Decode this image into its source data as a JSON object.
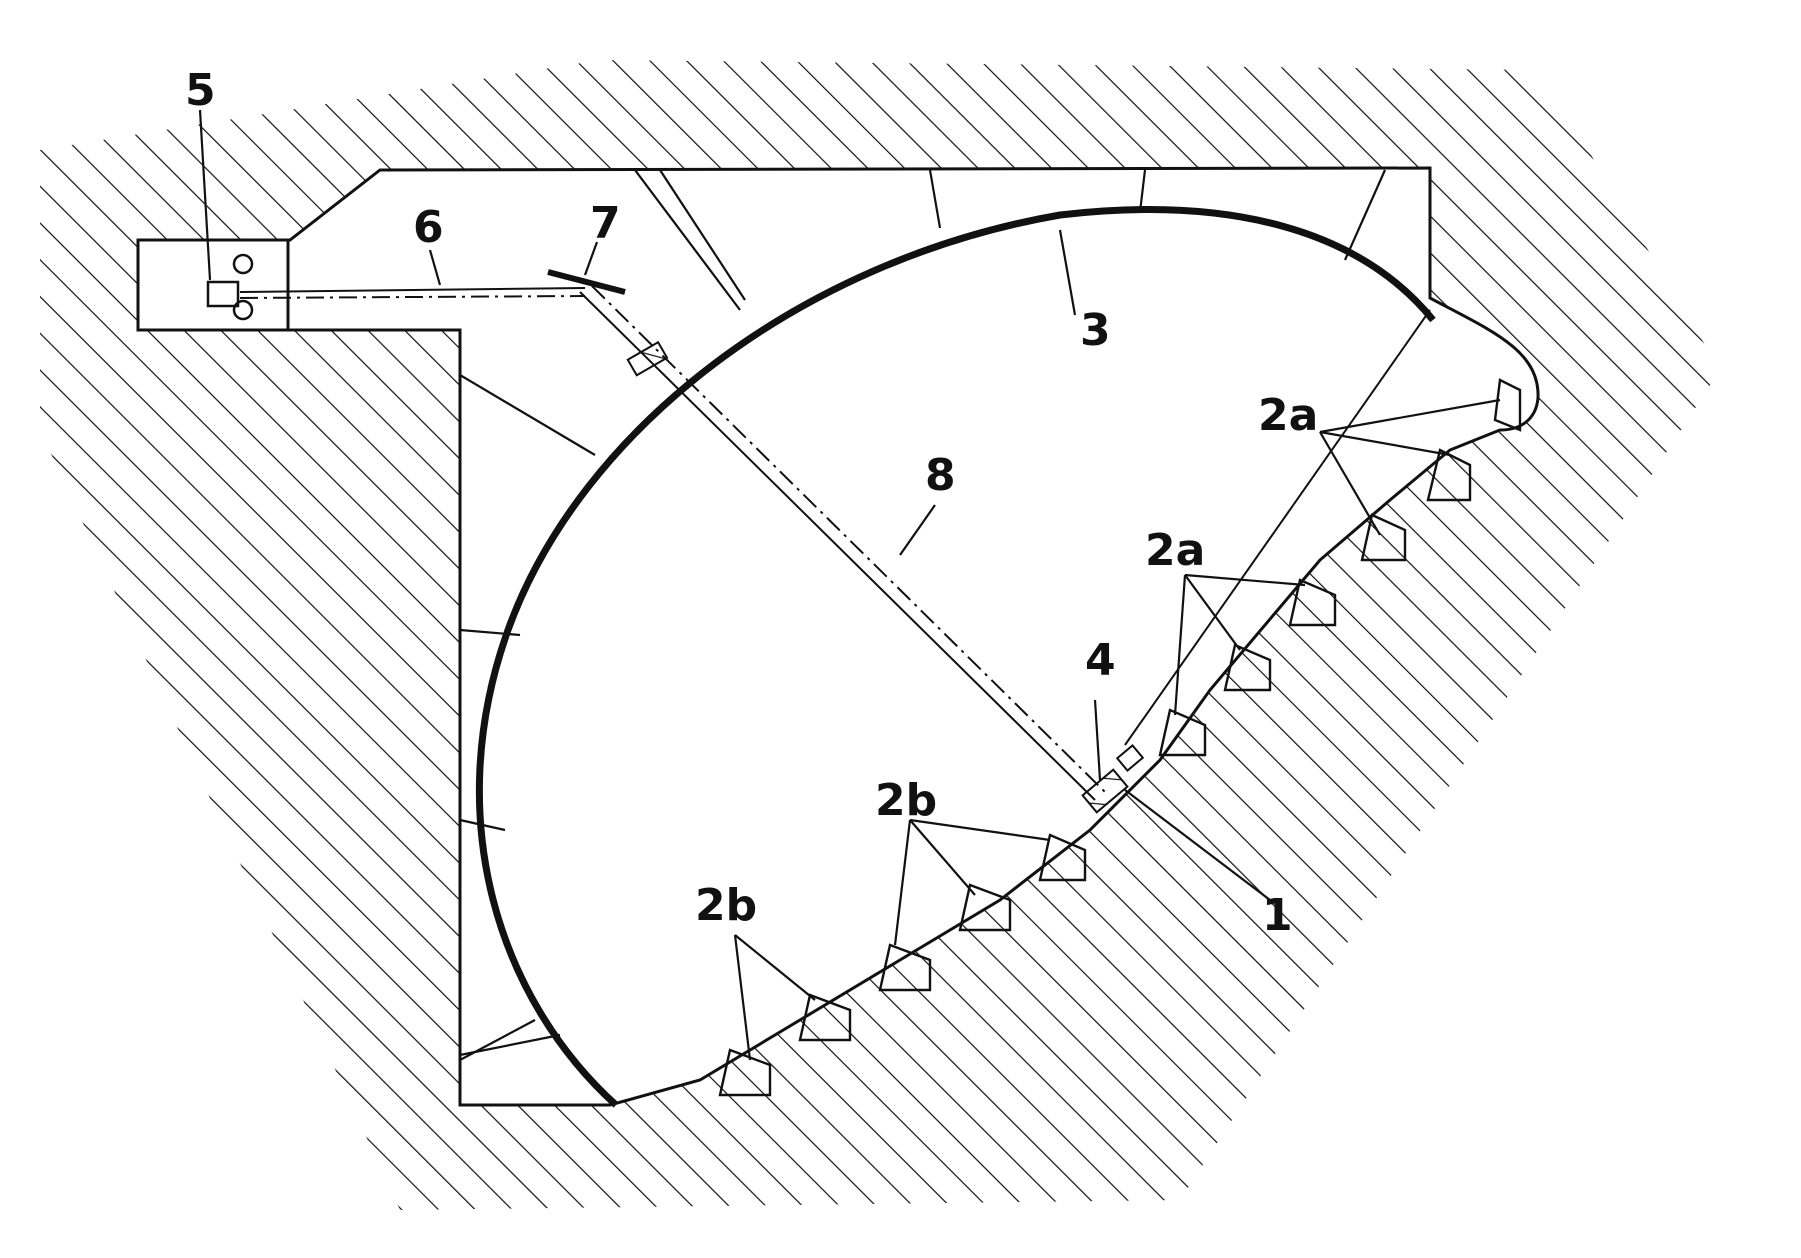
{
  "colors": {
    "ink": "#111111",
    "paper": "#ffffff"
  },
  "labels": {
    "l1": "1",
    "l2a_upper": "2a",
    "l2a_lower": "2a",
    "l2b_upper": "2b",
    "l2b_lower": "2b",
    "l3": "3",
    "l4": "4",
    "l5": "5",
    "l6": "6",
    "l7": "7",
    "l8": "8"
  }
}
